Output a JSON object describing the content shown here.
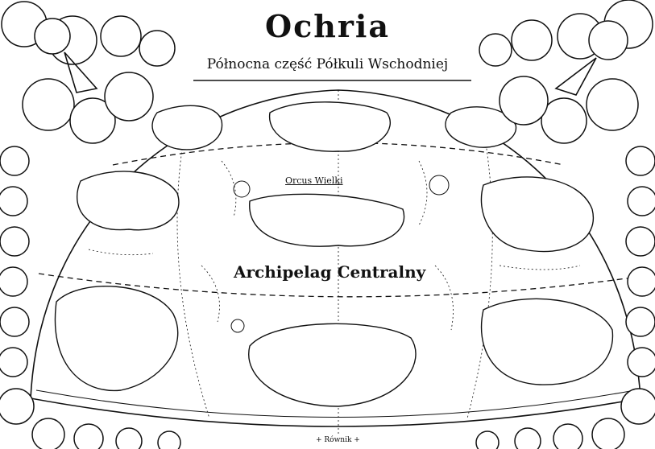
{
  "map": {
    "title": "Ochria",
    "subtitle": "Północna część Półkuli Wschodniej",
    "labels": {
      "sea": "Orcus Wielki",
      "archipelago": "Archipelag Centralny",
      "equator": "+ Równik +"
    },
    "colors": {
      "ink": "#111111",
      "paper": "#ffffff"
    }
  }
}
